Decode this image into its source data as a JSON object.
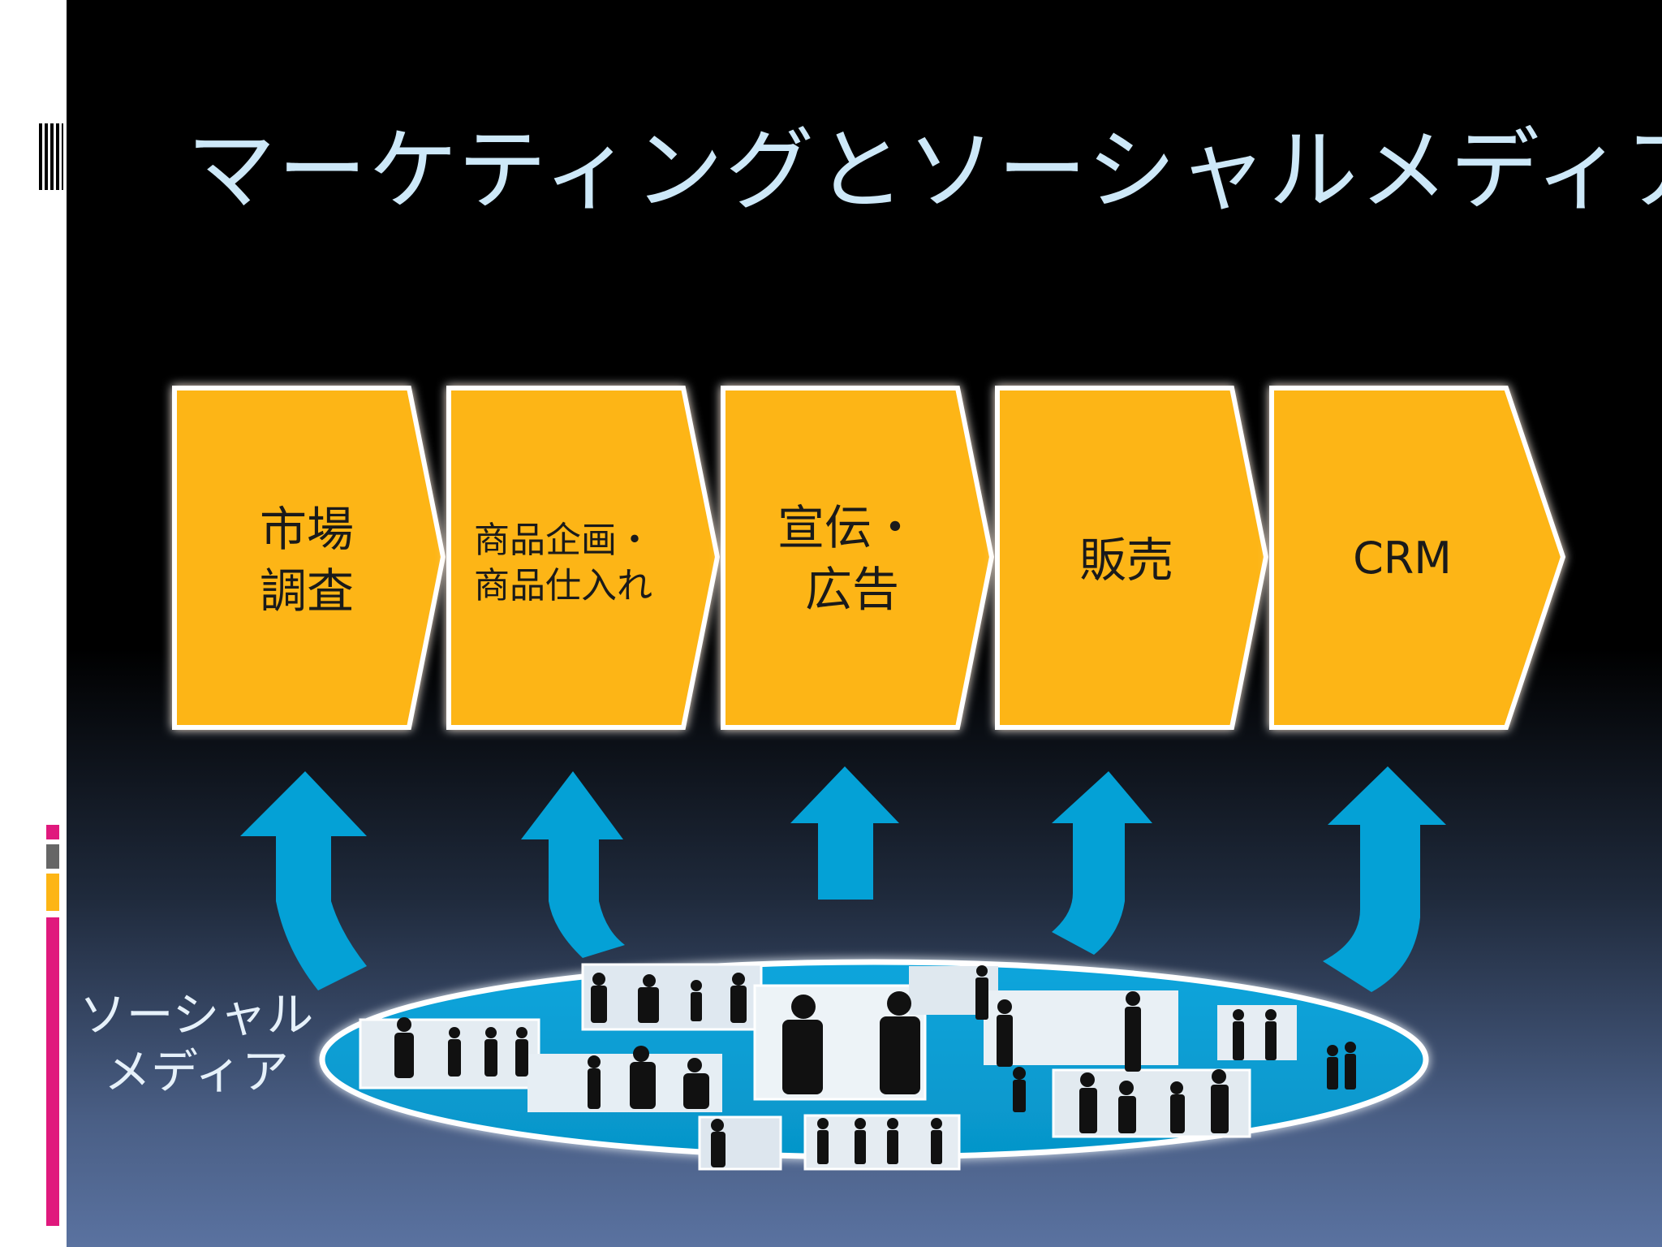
{
  "title": "マーケティングとソーシャルメディア",
  "process_steps": [
    {
      "lines": [
        "市場",
        "調査"
      ]
    },
    {
      "lines": [
        "商品企画・",
        "商品仕入れ"
      ]
    },
    {
      "lines": [
        "宣伝・",
        "広告"
      ]
    },
    {
      "lines": [
        "販売"
      ]
    },
    {
      "lines": [
        "CRM"
      ]
    }
  ],
  "social_media_label": [
    "ソーシャル",
    "メディア"
  ],
  "colors": {
    "step_fill": "#fdb515",
    "arrow_blue": "#04a1d6",
    "title_text": "#cde8f8",
    "accent_pink": "#e0197d",
    "accent_gray": "#666666",
    "accent_yellow": "#fdb515"
  },
  "icons": {
    "arrow": "up-arrow",
    "network": "business-people-silhouettes"
  }
}
